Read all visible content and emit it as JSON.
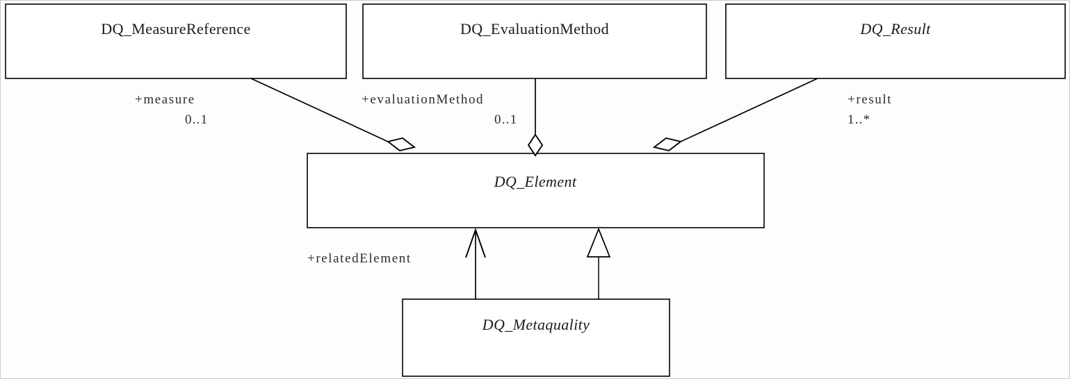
{
  "diagram": {
    "type": "uml-class-diagram",
    "background_color": "#fdfdfd",
    "line_color": "#000000",
    "box_fill_color": "#ffffff",
    "classes": [
      {
        "id": "measure_reference",
        "name": "DQ_MeasureReference",
        "abstract": false
      },
      {
        "id": "evaluation_method",
        "name": "DQ_EvaluationMethod",
        "abstract": false
      },
      {
        "id": "result",
        "name": "DQ_Result",
        "abstract": true
      },
      {
        "id": "element",
        "name": "DQ_Element",
        "abstract": true
      },
      {
        "id": "metaquality",
        "name": "DQ_Metaquality",
        "abstract": true
      }
    ],
    "associations": [
      {
        "id": "measure",
        "from": "element",
        "to": "measure_reference",
        "kind": "aggregation",
        "role": "+measure",
        "multiplicity": "0..1"
      },
      {
        "id": "evaluation_method",
        "from": "element",
        "to": "evaluation_method",
        "kind": "aggregation",
        "role": "+evaluationMethod",
        "multiplicity": "0..1"
      },
      {
        "id": "result",
        "from": "element",
        "to": "result",
        "kind": "aggregation",
        "role": "+result",
        "multiplicity": "1..*"
      },
      {
        "id": "related_element",
        "from": "metaquality",
        "to": "element",
        "kind": "association-directed",
        "role": "+relatedElement",
        "multiplicity": ""
      },
      {
        "id": "metaquality_generalization",
        "from": "metaquality",
        "to": "element",
        "kind": "generalization",
        "role": "",
        "multiplicity": ""
      }
    ]
  }
}
